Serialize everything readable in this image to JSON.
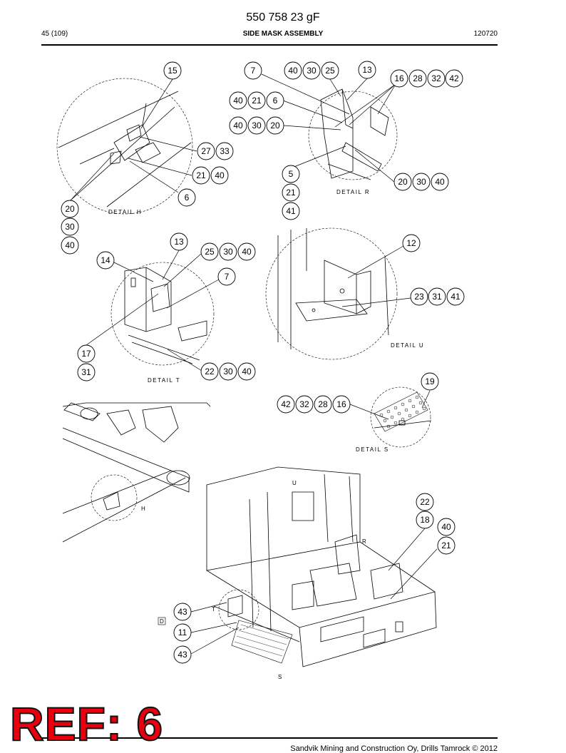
{
  "header": {
    "doc_number": "550 758 23 gF",
    "page": "45 (109)",
    "title": "SIDE MASK ASSEMBLY",
    "date_code": "120720"
  },
  "details": {
    "h": "DETAIL H",
    "r": "DETAIL R",
    "t": "DETAIL T",
    "u": "DETAIL U",
    "s": "DETAIL S"
  },
  "view_labels": {
    "h": "H",
    "r": "R",
    "t": "T",
    "u": "U",
    "s": "S",
    "d": "D"
  },
  "callouts": {
    "b15": "15",
    "b7a": "7",
    "b40a": "40",
    "b30a": "30",
    "b25a": "25",
    "b13a": "13",
    "b16a": "16",
    "b28a": "28",
    "b32a": "32",
    "b42a": "42",
    "b40b": "40",
    "b21a": "21",
    "b6a": "6",
    "b40c": "40",
    "b30b": "30",
    "b20a": "20",
    "b27": "27",
    "b33": "33",
    "b21b": "21",
    "b40d": "40",
    "b6b": "6",
    "b5": "5",
    "b21c": "21",
    "b41a": "41",
    "b20b": "20",
    "b30c": "30",
    "b40e": "40",
    "b20c": "20",
    "b30d": "30",
    "b40f": "40",
    "b13b": "13",
    "b25b": "25",
    "b30e": "30",
    "b40g": "40",
    "b14": "14",
    "b7b": "7",
    "b12": "12",
    "b23": "23",
    "b31a": "31",
    "b41b": "41",
    "b17": "17",
    "b31b": "31",
    "b22a": "22",
    "b30f": "30",
    "b40h": "40",
    "b19": "19",
    "b42b": "42",
    "b32b": "32",
    "b28b": "28",
    "b16b": "16",
    "b22b": "22",
    "b18": "18",
    "b40i": "40",
    "b21d": "21",
    "b43a": "43",
    "b11": "11",
    "b43b": "43"
  },
  "stamp": "REF: 6",
  "footer": {
    "copyright": "Sandvik Mining and Construction Oy, Drills Tamrock © 2012"
  }
}
